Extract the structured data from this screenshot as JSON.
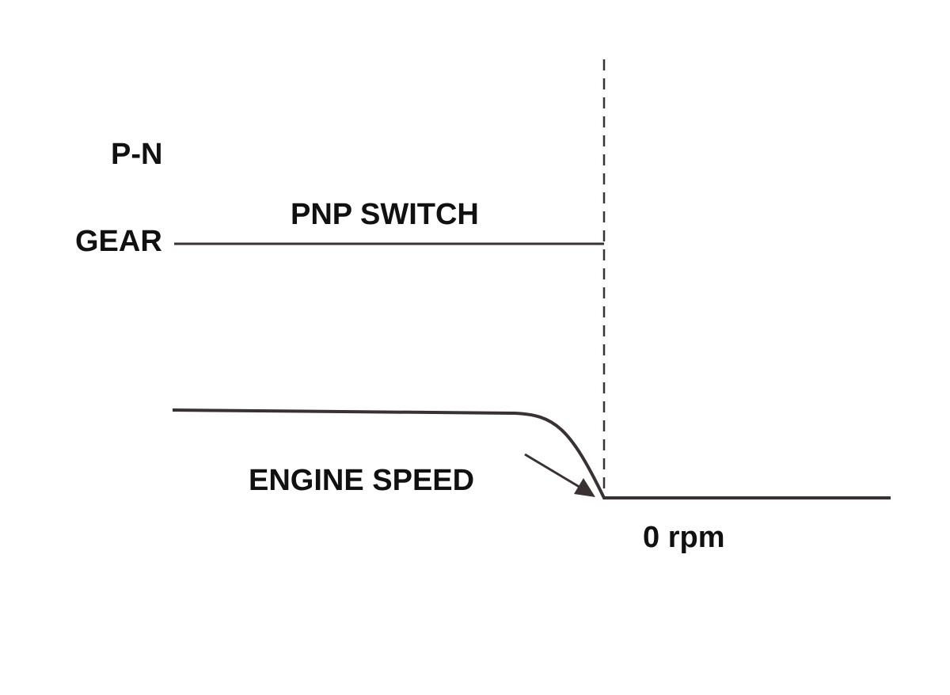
{
  "labels": {
    "pn": "P-N",
    "gear": "GEAR",
    "pnp_switch": "PNP SWITCH",
    "engine_speed": "ENGINE SPEED",
    "zero_rpm": "0 rpm"
  },
  "colors": {
    "line": "#3a3232",
    "text": "#111111",
    "background": "#ffffff"
  }
}
